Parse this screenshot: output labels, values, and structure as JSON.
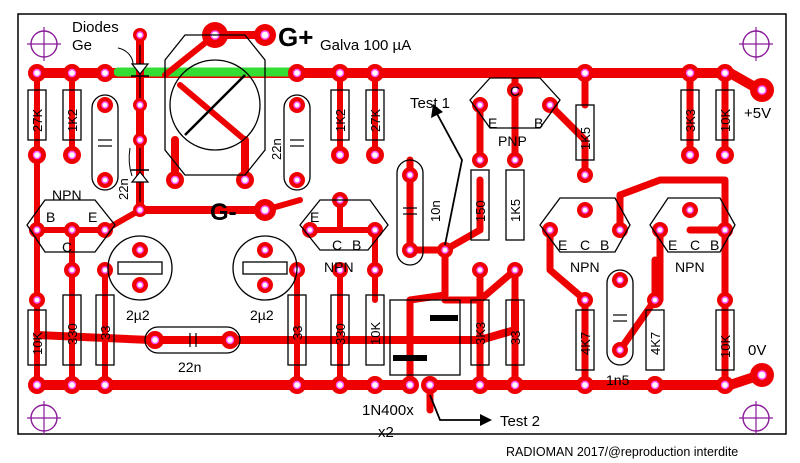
{
  "labels": {
    "diodes": "Diodes",
    "ge": "Ge",
    "g_plus": "G+",
    "galva": "Galva 100 µA",
    "test1": "Test 1",
    "test2": "Test 2",
    "plus5v": "+5V",
    "zero_v": "0V",
    "g_minus": "G-",
    "diode_part": "1N400x",
    "diode_qty": "x2",
    "copyright": "RADIOMAN 2017/@reproduction interdite"
  },
  "resistors_top": [
    "27K",
    "1K2",
    "1K2",
    "27K",
    "150",
    "1K5",
    "1K5",
    "3K3",
    "10K"
  ],
  "resistors_bottom": [
    "10K",
    "330",
    "33",
    "33",
    "330",
    "10K",
    "3K3",
    "33",
    "4K7",
    "4K7",
    "10K"
  ],
  "capacitors": {
    "c22n_left": "22n",
    "c22n_mid": "22n",
    "c10n": "10n",
    "c22n_bottom": "22n",
    "c2u2_left": "2µ2",
    "c2u2_right": "2µ2",
    "c1n5": "1n5"
  },
  "transistors": {
    "npn_left": {
      "type": "NPN",
      "b": "B",
      "e": "E",
      "c": "C"
    },
    "npn_mid": {
      "type": "NPN",
      "e": "E",
      "c": "C",
      "b": "B"
    },
    "pnp_top": {
      "type": "PNP",
      "c": "C",
      "e": "E",
      "b": "B"
    },
    "npn_right1": {
      "type": "NPN",
      "e": "E",
      "c": "C",
      "b": "B"
    },
    "npn_right2": {
      "type": "NPN",
      "e": "E",
      "c": "C",
      "b": "B"
    }
  },
  "colors": {
    "track": "#ee0000",
    "green_track": "#33dd33",
    "hole_ring": "#ff55ff",
    "mount_hole": "#8a1a9a",
    "silkscreen": "#000000",
    "background": "#ffffff"
  }
}
